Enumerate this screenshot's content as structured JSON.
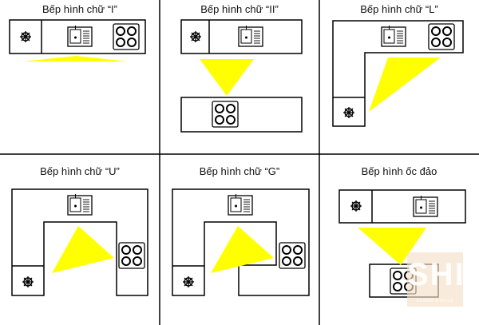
{
  "panels": [
    {
      "id": "i",
      "title": "Bếp hình chữ “I”"
    },
    {
      "id": "ii",
      "title": "Bếp hình chữ “II”"
    },
    {
      "id": "l",
      "title": "Bếp hình chữ “L”"
    },
    {
      "id": "u",
      "title": "Bếp hình chữ “U”"
    },
    {
      "id": "g",
      "title": "Bếp hình chữ “G”"
    },
    {
      "id": "island",
      "title": "Bếp hình ốc đảo"
    }
  ],
  "watermark": {
    "letters": "SHI",
    "tagline": "DESIGN & BUILD"
  },
  "colors": {
    "work_triangle": "#ffff00",
    "lines": "#000000",
    "background": "#ffffff"
  },
  "icons": [
    "refrigerator-icon",
    "sink-icon",
    "stove-icon"
  ]
}
